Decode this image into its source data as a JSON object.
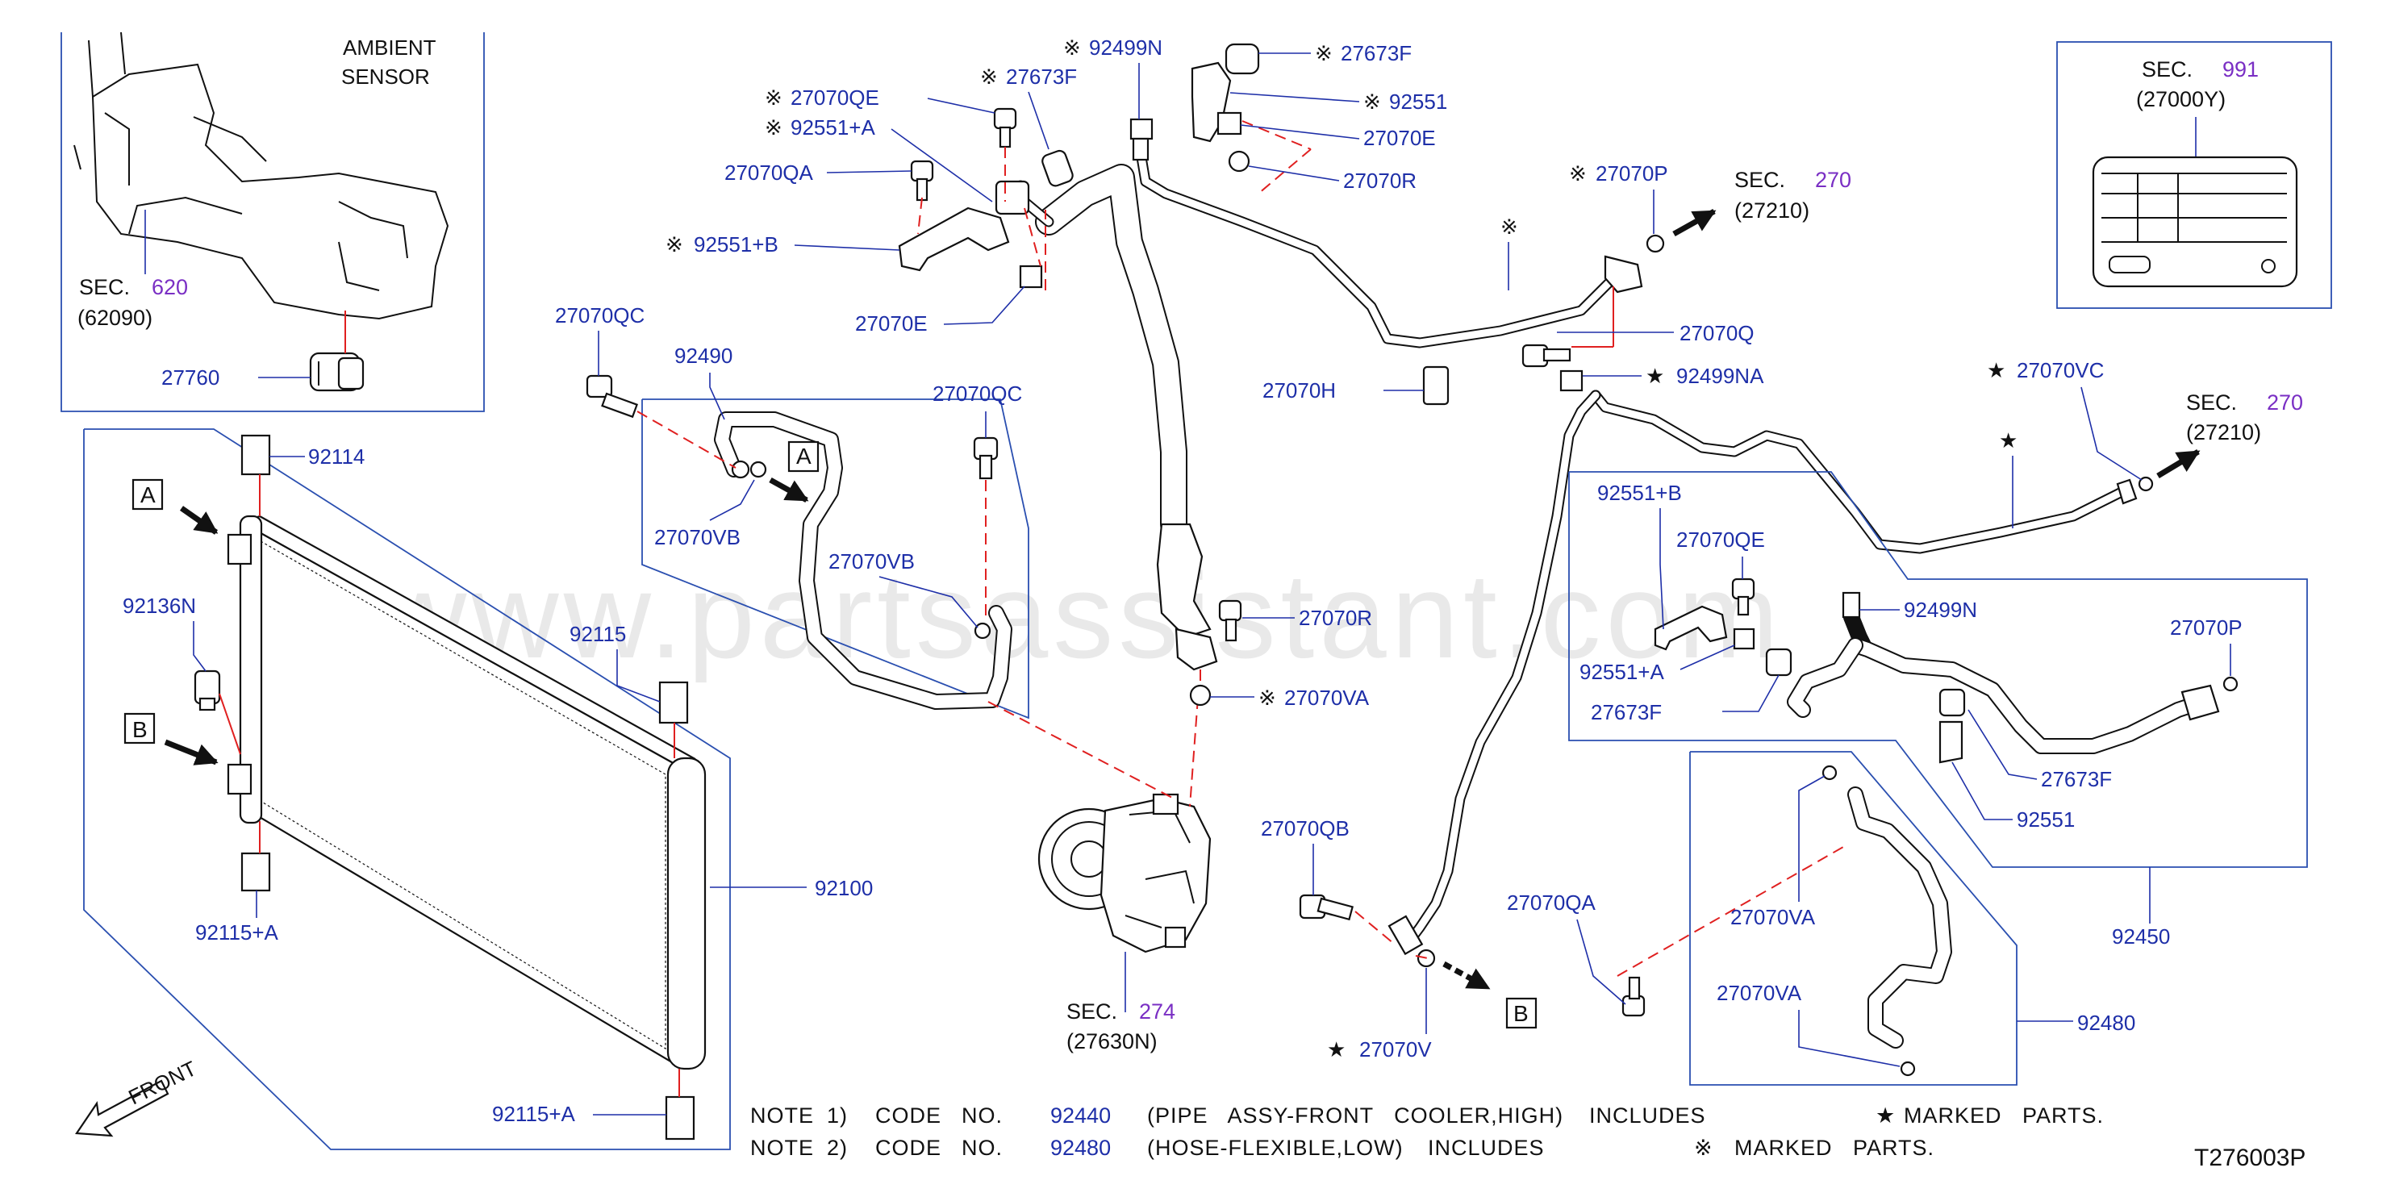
{
  "drawing_code": "T276003P",
  "watermark": "www.partsassistant.com",
  "ambient_sensor": {
    "line1": "AMBIENT",
    "line2": "SENSOR"
  },
  "front_label": "FRONT",
  "sec_refs": {
    "s620": {
      "prefix": "SEC.",
      "num": "620",
      "sub": "(62090)"
    },
    "s991": {
      "prefix": "SEC.",
      "num": "991",
      "sub": "(27000Y)"
    },
    "s270a": {
      "prefix": "SEC.",
      "num": "270",
      "sub": "(27210)"
    },
    "s270b": {
      "prefix": "SEC.",
      "num": "270",
      "sub": "(27210)"
    },
    "s274": {
      "prefix": "SEC.",
      "num": "274",
      "sub": "(27630N)"
    }
  },
  "callouts": {
    "box_a": "A",
    "box_b": "B",
    "marker_kome": "※",
    "marker_star": "★"
  },
  "parts": {
    "p27760": "27760",
    "p92114": "92114",
    "p92136N": "92136N",
    "p92115": "92115",
    "p92115A_1": "92115+A",
    "p92115A_2": "92115+A",
    "p92100": "92100",
    "p27070QC_1": "27070QC",
    "p92490": "92490",
    "p27070VB_1": "27070VB",
    "p27070QC_2": "27070QC",
    "p27070VB_2": "27070VB",
    "p27070QE_1": "27070QE",
    "p92551A_1": "92551+A",
    "p27673F_1": "27673F",
    "p27070QA_1": "27070QA",
    "p92551B_1": "92551+B",
    "p27070E_1": "27070E",
    "p92499N_1": "92499N",
    "p27673F_2": "27673F",
    "p92551_1": "92551",
    "p27070E_2": "27070E",
    "p27070R_1": "27070R",
    "p27070H": "27070H",
    "p27070R_2": "27070R",
    "p27070VA_1": "27070VA",
    "p27070P_1": "27070P",
    "p27070Q": "27070Q",
    "p92499NA": "92499NA",
    "p27070VC": "27070VC",
    "p92551B_2": "92551+B",
    "p27070QE_2": "27070QE",
    "p92499N_2": "92499N",
    "p27070P_2": "27070P",
    "p92551A_2": "92551+A",
    "p27673F_3": "27673F",
    "p27673F_4": "27673F",
    "p92551_2": "92551",
    "p92450": "92450",
    "p27070QB": "27070QB",
    "p27070QA_2": "27070QA",
    "p27070VA_2": "27070VA",
    "p27070VA_3": "27070VA",
    "p92480": "92480",
    "p27070V": "27070V"
  },
  "notes": [
    {
      "label": "NOTE",
      "idx": "1)",
      "w1": "CODE",
      "w2": "NO.",
      "code": "92440",
      "desc": "(PIPE   ASSY-FRONT   COOLER,HIGH)",
      "inc": "INCLUDES",
      "mark": "★",
      "tail": "MARKED   PARTS."
    },
    {
      "label": "NOTE",
      "idx": "2)",
      "w1": "CODE",
      "w2": "NO.",
      "code": "92480",
      "desc": "(HOSE-FLEXIBLE,LOW)",
      "inc": "INCLUDES",
      "mark": "※",
      "tail": "MARKED   PARTS."
    }
  ],
  "colors": {
    "label_blue": "#1e2fa8",
    "sec_purple": "#7a2fc4",
    "dash_red": "#e02020",
    "group_line": "#2a4fb0"
  }
}
